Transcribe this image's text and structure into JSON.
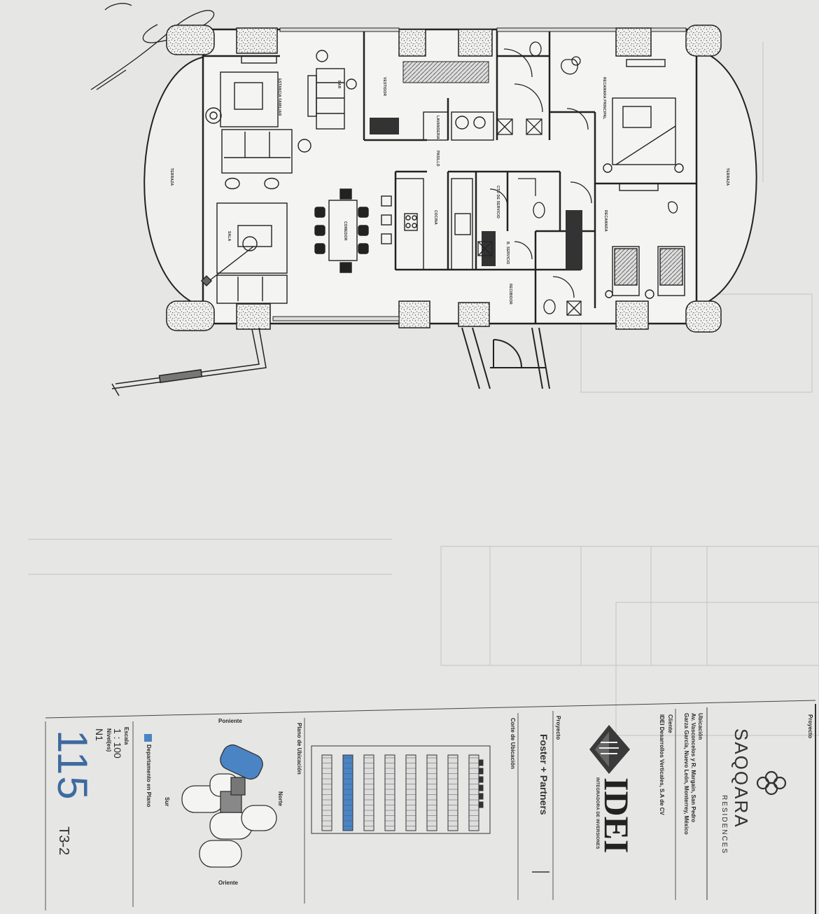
{
  "rooms": {
    "terraza_left": "TERRAZA",
    "terraza_right": "TERRAZA",
    "sala_familiar": "ESTANCIA FAMILIAR",
    "sala": "SALA",
    "comedor": "COMEDOR",
    "cocina": "COCINA",
    "lavanderia": "LAVANDERIA",
    "pasillo": "PASILLO",
    "vestidor": "VESTIDOR",
    "recamara_principal": "RECAMARA PRINCIPAL",
    "recamara": "RECAMARA",
    "cuarto_servicio": "CTO DE SERVICIO",
    "bano_servicio": "B. SERVICIO",
    "recibidor": "RECIBIDOR",
    "bar": "BAR"
  },
  "title_block": {
    "proyecto_label": "Proyecto",
    "brand_name": "SAQQARA",
    "brand_sub": "RESIDENCES",
    "ubicacion_label": "Ubicación",
    "ubicacion_line1": "Av. Vasconcelos y R. Margain, San Pedro",
    "ubicacion_line2": "Garza García, Nuevo León, Monterrey, México",
    "cliente_label": "Cliente",
    "cliente_name": "IDEI Desarrollos Verticales, S.A de CV",
    "idei_logo": "IDEI",
    "idei_tagline": "INTEGRADORA DE INVERSIONES",
    "proyecto2_label": "Proyecto",
    "architect": "Foster + Partners",
    "corte_label": "Corte de Ubicación",
    "plano_label": "Plano de Ubicación",
    "norte": "Norte",
    "sur": "Sur",
    "poniente": "Poniente",
    "oriente": "Oriente",
    "escala_label": "Escala",
    "escala_value": "1 : 100",
    "niveles_label": "Nivel(es)",
    "niveles_value": "N1",
    "leyenda": "Departamento en Plano",
    "depto_number": "115",
    "depto_type": "T3-2"
  },
  "colors": {
    "paper": "#e6e6e4",
    "ink": "#2a2a2a",
    "accent_blue": "#3d6aa0",
    "highlight_blue": "#4a84c4"
  }
}
